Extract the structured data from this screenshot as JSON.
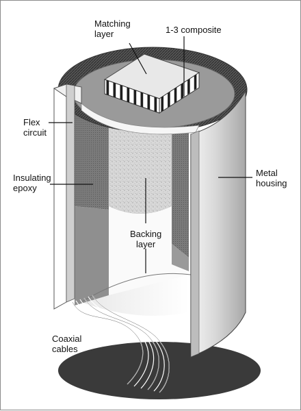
{
  "labels": {
    "matching_layer": [
      "Matching",
      "layer"
    ],
    "composite": [
      "1-3 composite"
    ],
    "flex_circuit": [
      "Flex",
      "circuit"
    ],
    "insulating_epoxy": [
      "Insulating",
      "epoxy"
    ],
    "metal_housing": [
      "Metal",
      "housing"
    ],
    "backing_layer": [
      "Backing",
      "layer"
    ],
    "coaxial_cables": [
      "Coaxial",
      "cables"
    ]
  },
  "colors": {
    "shadow": "#3a3a3a",
    "housing_light": "#f2f2f2",
    "housing_dark": "#9a9a9a",
    "epoxy": "#8e8e8e",
    "backing": "#d6d6d6",
    "hatched_ring": "#4a4a4a",
    "composite_dark": "#1e1e1e"
  }
}
